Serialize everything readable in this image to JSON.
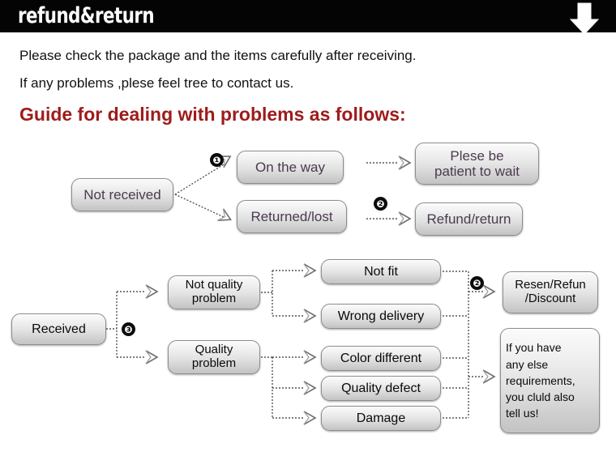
{
  "header": {
    "title": "refund&return",
    "arrow_icon": "down-arrow-icon"
  },
  "intro": {
    "line1": "Please check the package and the items carefully after receiving.",
    "line2": "If any problems ,plese feel tree to contact us."
  },
  "headline": "Guide for dealing with problems as follows:",
  "colors": {
    "header_bg": "#040404",
    "headline": "#9e1b1b",
    "node_text_purple": "#4b3a4f",
    "node_text_black": "#0a0a0a",
    "badge_bg": "#0b0b0b"
  },
  "flow_not_received": {
    "source": "Not received",
    "branches": [
      {
        "label": "On the way",
        "result": "Plese be\npatient to wait",
        "result_line1": "Plese be",
        "result_line2": "patient to wait",
        "badge": "❶"
      },
      {
        "label": "Returned/lost",
        "result": "Refund/return",
        "badge": "❷"
      }
    ]
  },
  "flow_received": {
    "source": "Received",
    "badge": "❸",
    "categories": [
      {
        "line1": "Not quality",
        "line2": "problem"
      },
      {
        "line1": "Quality",
        "line2": "problem"
      }
    ],
    "issues_not_quality": [
      "Not fit",
      "Wrong delivery"
    ],
    "issues_quality": [
      "Color different",
      "Quality defect",
      "Damage"
    ],
    "outcomes": [
      {
        "line1": "Resen/Refun",
        "line2": "/Discount",
        "badge": "❷"
      },
      {
        "lines": [
          "If you have",
          "any else",
          "requirements,",
          "you cluld also",
          "tell us!"
        ]
      }
    ]
  }
}
